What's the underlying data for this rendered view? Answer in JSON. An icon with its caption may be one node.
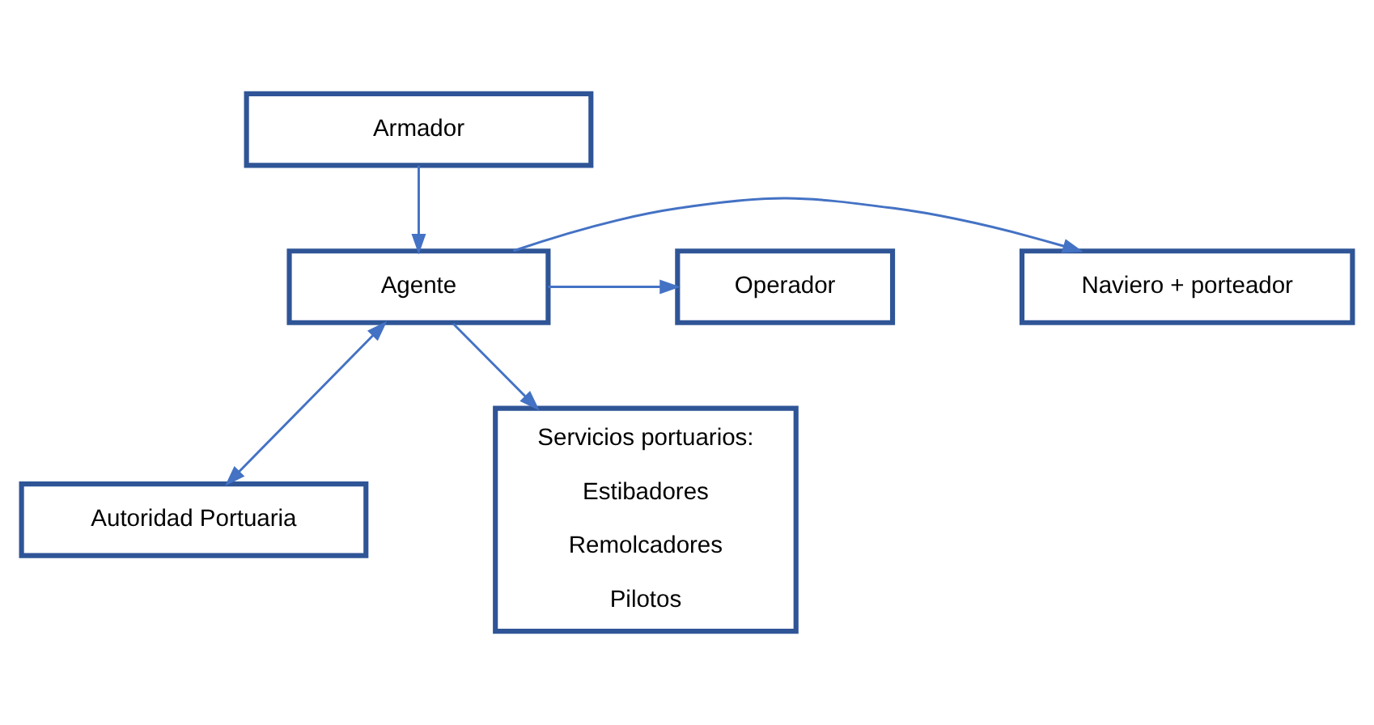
{
  "diagram": {
    "nodes": [
      {
        "text": [
          "Armador"
        ]
      },
      {
        "text": [
          "Naviero + porteador"
        ]
      },
      {
        "text": [
          "Agente"
        ]
      },
      {
        "text": [
          "Operador"
        ]
      },
      {
        "text": [
          "Autoridad Portuaria"
        ]
      },
      {
        "text": [
          "Servicios portuarios:",
          "Estibadores",
          "Remolcadores",
          "Pilotos"
        ]
      }
    ],
    "edges": [
      {
        "from": 0,
        "to": 2,
        "arrow": "to"
      },
      {
        "from": 2,
        "to": 1,
        "arrow": "to"
      },
      {
        "from": 2,
        "to": 3,
        "arrow": "to"
      },
      {
        "from": 2,
        "to": 4,
        "arrow": "both"
      },
      {
        "from": 2,
        "to": 5,
        "arrow": "to"
      }
    ]
  }
}
